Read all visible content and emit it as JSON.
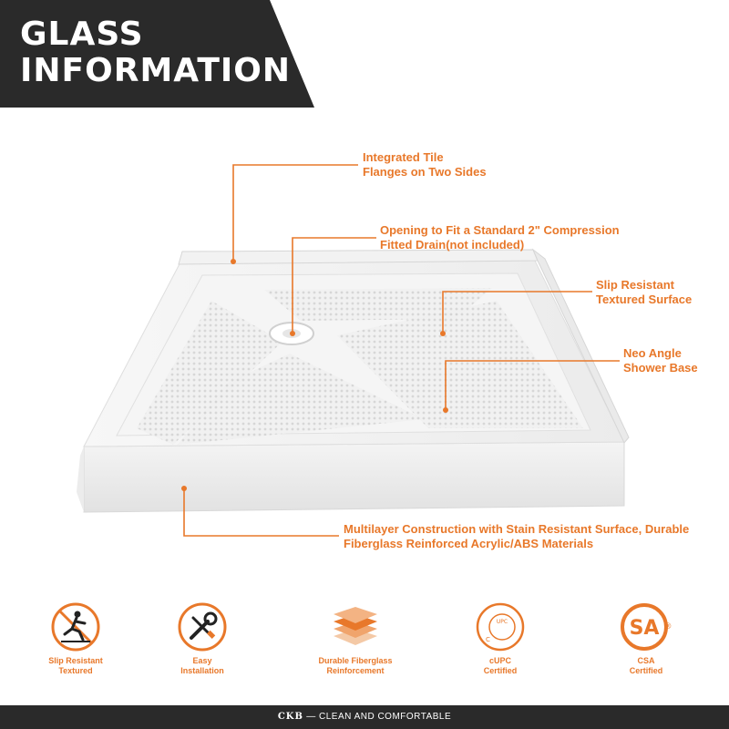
{
  "banner": {
    "line1": "GLASS",
    "line2": "INFORMATION",
    "background": "#2a2a2a"
  },
  "accent_color": "#e8782a",
  "callouts": [
    {
      "lines": [
        "Integrated Tile",
        "Flanges on Two Sides"
      ]
    },
    {
      "lines": [
        "Opening to Fit a Standard 2\" Compression",
        "Fitted Drain(not included)"
      ]
    },
    {
      "lines": [
        "Slip Resistant",
        "Textured Surface"
      ]
    },
    {
      "lines": [
        "Neo Angle",
        "Shower Base"
      ]
    },
    {
      "lines": [
        "Multilayer Construction with Stain Resistant Surface, Durable",
        "Fiberglass Reinforced Acrylic/ABS Materials"
      ]
    }
  ],
  "features": [
    {
      "icon": "no-slip-icon",
      "lines": [
        "Slip Resistant",
        "Textured"
      ]
    },
    {
      "icon": "tools-icon",
      "lines": [
        "Easy",
        "Installation"
      ]
    },
    {
      "icon": "layers-icon",
      "lines": [
        "Durable Fiberglass",
        "Reinforcement"
      ]
    },
    {
      "icon": "cupc-icon",
      "lines": [
        "cUPC",
        "Certified"
      ]
    },
    {
      "icon": "csa-icon",
      "lines": [
        "CSA",
        "Certified"
      ]
    }
  ],
  "icon_text": {
    "cupc_ring": "UPC",
    "cupc_c": "C",
    "csa_mark": "SA",
    "registered": "®"
  },
  "footer": {
    "brand": "CKB",
    "tagline": "— CLEAN AND COMFORTABLE"
  }
}
